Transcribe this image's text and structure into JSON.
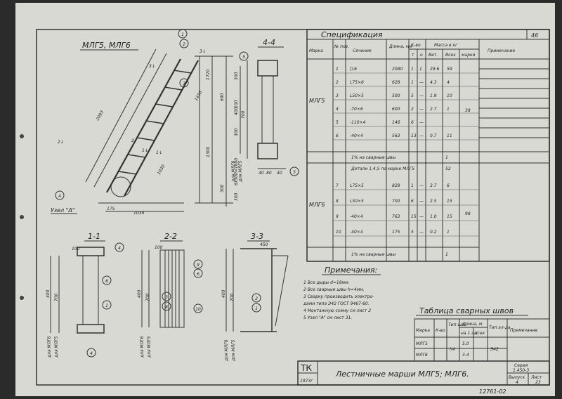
{
  "sheet": {
    "number": "46",
    "title": "Лестничные марши МЛГ5; МЛГ6.",
    "org": "ТК",
    "year": "1973г",
    "series_label": "Серия",
    "series": "1.450-3",
    "issue_label": "Выпуск",
    "issue": "4",
    "list_label": "Лист",
    "list": "23",
    "bottom_code": "12761-02"
  },
  "views": {
    "main": "МЛГ5, МЛГ6",
    "v11": "1-1",
    "v22": "2-2",
    "v33": "3-3",
    "v44": "4-4",
    "node_label": "Узел \"А\"",
    "dims_main": [
      "2093",
      "1039",
      "1720",
      "1300",
      "690",
      "300",
      "1410",
      "1030",
      "300",
      "100",
      "300",
      "6x300=1800",
      "300",
      "175"
    ],
    "dims_44": [
      "700",
      "400",
      "40",
      "80",
      "40",
      "для МЛГ6",
      "для МЛГ5"
    ],
    "dims_11": [
      "100",
      "700",
      "400",
      "для МЛГ6",
      "для МЛГ5"
    ],
    "dims_22": [
      "100",
      "700",
      "400",
      "для МЛГ6",
      "для МЛГ5"
    ],
    "dims_33": [
      "450",
      "700",
      "400",
      "для МЛГ6",
      "для МЛГ5"
    ]
  },
  "spec": {
    "title": "Спецификация",
    "headers": {
      "mark": "Марка",
      "pos": "№ поз.",
      "section": "Сечение",
      "length": "Длина, мм",
      "qty": "К-во",
      "qty_t": "т",
      "qty_o": "о",
      "mass": "Масса в кг",
      "mass_one": "Вет.",
      "mass_all": "Всех",
      "mass_mark": "марки",
      "note": "Примечание"
    },
    "groups": [
      {
        "mark": "МЛГ5",
        "total": "38",
        "rows": [
          {
            "pos": "1",
            "section": "[16",
            "length": "2080",
            "t": "1",
            "o": "1",
            "one": "29.6",
            "all": "59"
          },
          {
            "pos": "2",
            "section": "L75×6",
            "length": "628",
            "t": "1",
            "o": "—",
            "one": "4.3",
            "all": "4"
          },
          {
            "pos": "3",
            "section": "L50×5",
            "length": "500",
            "t": "5",
            "o": "—",
            "one": "1.9",
            "all": "10"
          },
          {
            "pos": "4",
            "section": "-70×6",
            "length": "600",
            "t": "2",
            "o": "—",
            "one": "2.7",
            "all": "1"
          },
          {
            "pos": "5",
            "section": "-110×4",
            "length": "146",
            "t": "6",
            "o": "—",
            "one": "",
            "all": ""
          },
          {
            "pos": "6",
            "section": "-40×4",
            "length": "563",
            "t": "13",
            "o": "—",
            "one": "0.7",
            "all": "11"
          }
        ],
        "weld_note": "1% на сварные швы",
        "weld_mass": "1"
      },
      {
        "mark": "МЛГ6",
        "total": "98",
        "intro": "Детали 1,4,5 по марке МЛГ5",
        "intro_mass": "52",
        "rows": [
          {
            "pos": "7",
            "section": "L75×5",
            "length": "828",
            "t": "1",
            "o": "—",
            "one": "3.7",
            "all": "6"
          },
          {
            "pos": "8",
            "section": "L50×5",
            "length": "700",
            "t": "6",
            "o": "—",
            "one": "2.5",
            "all": "15"
          },
          {
            "pos": "9",
            "section": "-40×4",
            "length": "763",
            "t": "15",
            "o": "—",
            "one": "1.0",
            "all": "15"
          },
          {
            "pos": "10",
            "section": "-40×4",
            "length": "175",
            "t": "5",
            "o": "—",
            "one": "0.2",
            "all": "1"
          }
        ],
        "weld_note": "1% на сварные швы",
        "weld_mass": "1"
      }
    ]
  },
  "notes": {
    "title": "Примечания:",
    "items": [
      "1 Все дыры d=18мм.",
      "2 Все сварные швы h=4мм.",
      "3 Сварку производить электро-",
      "  дами типа Э42 ГОСТ 9467-60.",
      "4 Монтажную схему см лист 2",
      "5 Узел \"А\" см лист 31."
    ]
  },
  "weld": {
    "title": "Таблица сварных швов",
    "headers": {
      "mark": "Марка",
      "qty": "К-во",
      "type": "Тип шва",
      "length": "Длина, м",
      "length_sub1": "на 1 шт",
      "length_sub2": "всех",
      "electrode": "Тип эл-да",
      "note": "Примечание"
    },
    "rows": [
      {
        "mark": "МЛГ5",
        "qty": "",
        "type": "",
        "length": "5.0",
        "electrode": "Э42"
      },
      {
        "mark": "МЛГ6",
        "qty": "",
        "type": "",
        "length": "3.4",
        "electrode": ""
      }
    ],
    "type_symbol": "h4"
  }
}
